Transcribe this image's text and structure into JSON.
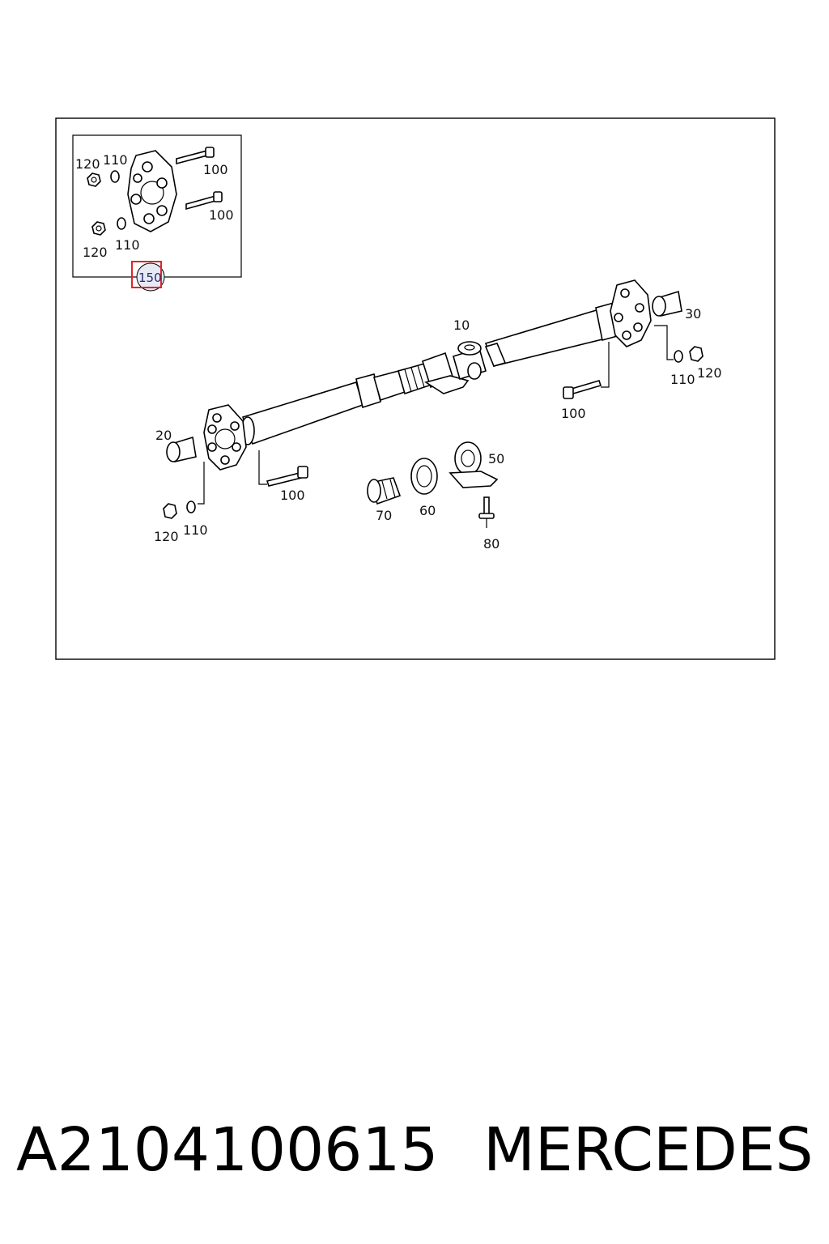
{
  "diagram": {
    "labels": {
      "inset_120_a": "120",
      "inset_110_a": "110",
      "inset_100_a": "100",
      "inset_100_b": "100",
      "inset_120_b": "120",
      "inset_110_b": "110",
      "callout_150": "150",
      "shaft_10": "10",
      "sleeve_30": "30",
      "right_110": "110",
      "right_120": "120",
      "right_100": "100",
      "sleeve_20": "20",
      "left_100": "100",
      "left_120": "120",
      "left_110": "110",
      "bearing_50": "50",
      "bellow_70": "70",
      "ring_60": "60",
      "bolt_80": "80"
    },
    "highlight_color": "#e0242c",
    "callout_fill": "#e6eaf5"
  },
  "footer": {
    "part_number": "A2104100615",
    "brand": "MERCEDES"
  }
}
